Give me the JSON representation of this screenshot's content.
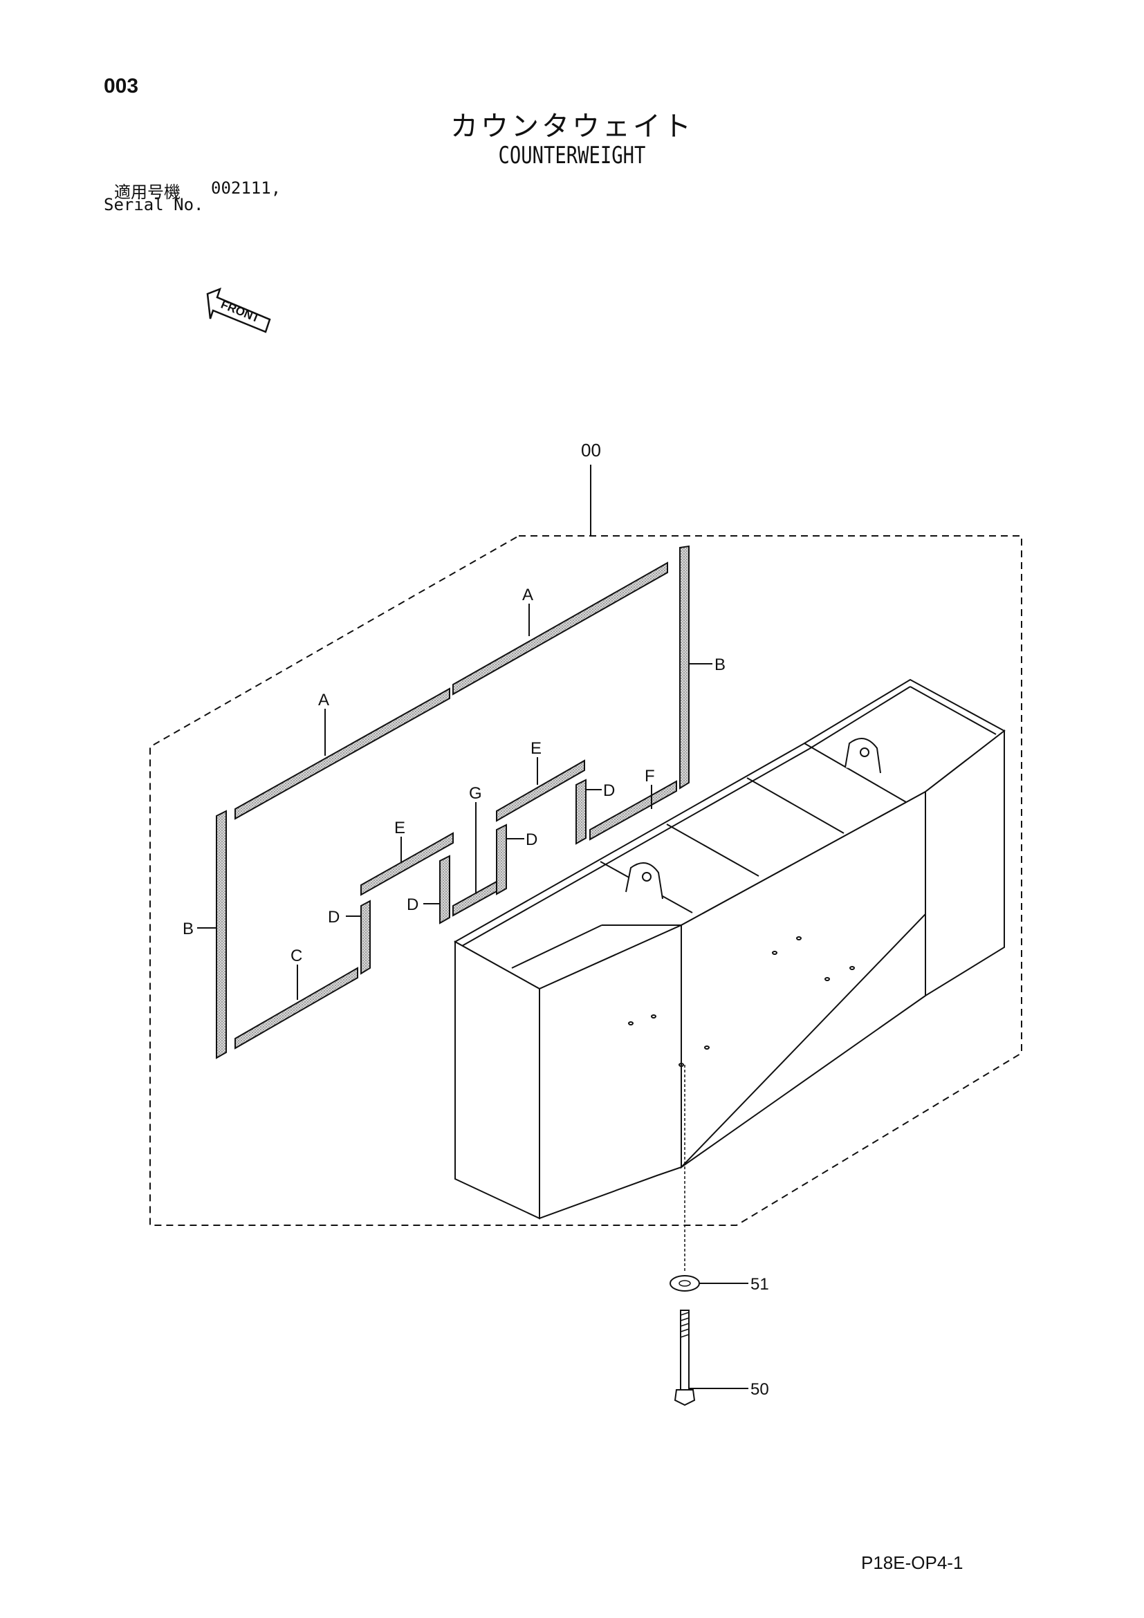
{
  "header": {
    "page_number": "003",
    "title_jp": "カウンタウェイト",
    "title_en": "COUNTERWEIGHT",
    "serial_label_jp": "適用号機",
    "serial_value": "002111,",
    "serial_label_en": "Serial No."
  },
  "front_indicator": "FRONT",
  "callouts": {
    "assembly": "00",
    "washer": "51",
    "bolt": "50",
    "strip_a": "A",
    "strip_b": "B",
    "strip_c": "C",
    "strip_d": "D",
    "strip_e": "E",
    "strip_f": "F",
    "strip_g": "G"
  },
  "footer": {
    "drawing_code": "P18E-OP4-1"
  }
}
